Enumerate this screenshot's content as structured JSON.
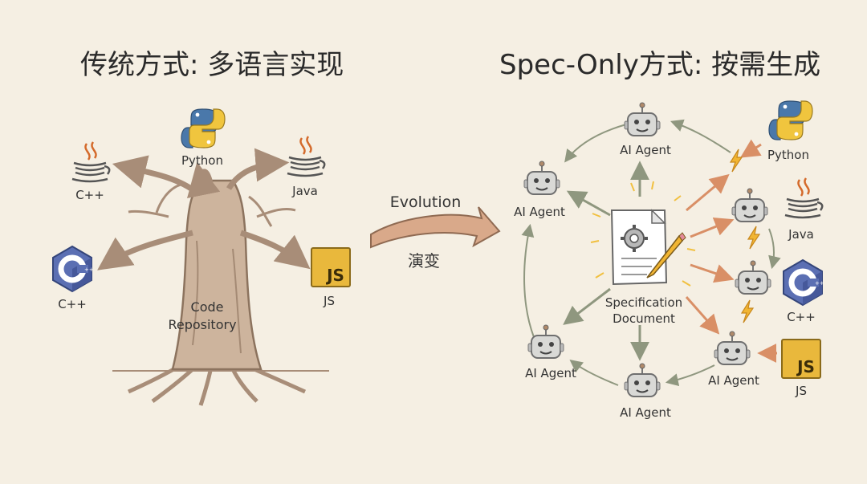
{
  "left": {
    "title": "传统方式: 多语言实现",
    "trunk_label_1": "Code",
    "trunk_label_2": "Repository",
    "languages": [
      {
        "id": "cpp-java-icon",
        "label": "C++"
      },
      {
        "id": "python",
        "label": "Python"
      },
      {
        "id": "java",
        "label": "Java"
      },
      {
        "id": "cpp",
        "label": "C++"
      },
      {
        "id": "js",
        "label": "JS"
      }
    ]
  },
  "middle": {
    "label_en": "Evolution",
    "label_zh": "演变"
  },
  "right": {
    "title": "Spec-Only方式: 按需生成",
    "center_label_1": "Specification",
    "center_label_2": "Document",
    "agent_label": "AI Agent",
    "languages": [
      {
        "id": "python",
        "label": "Python"
      },
      {
        "id": "java",
        "label": "Java"
      },
      {
        "id": "cpp",
        "label": "C++"
      },
      {
        "id": "js",
        "label": "JS"
      }
    ]
  },
  "icons": {
    "js_text": "JS",
    "cpp_text": "C"
  },
  "colors": {
    "background": "#f5efe3",
    "tree": "#b89b84",
    "arrow_gray": "#9da58e",
    "arrow_orange": "#e2a07a",
    "lightning": "#f1b533",
    "cpp_blue": "#5b6fb3",
    "js_yellow": "#e9b83c",
    "python_blue": "#4a78aa"
  }
}
